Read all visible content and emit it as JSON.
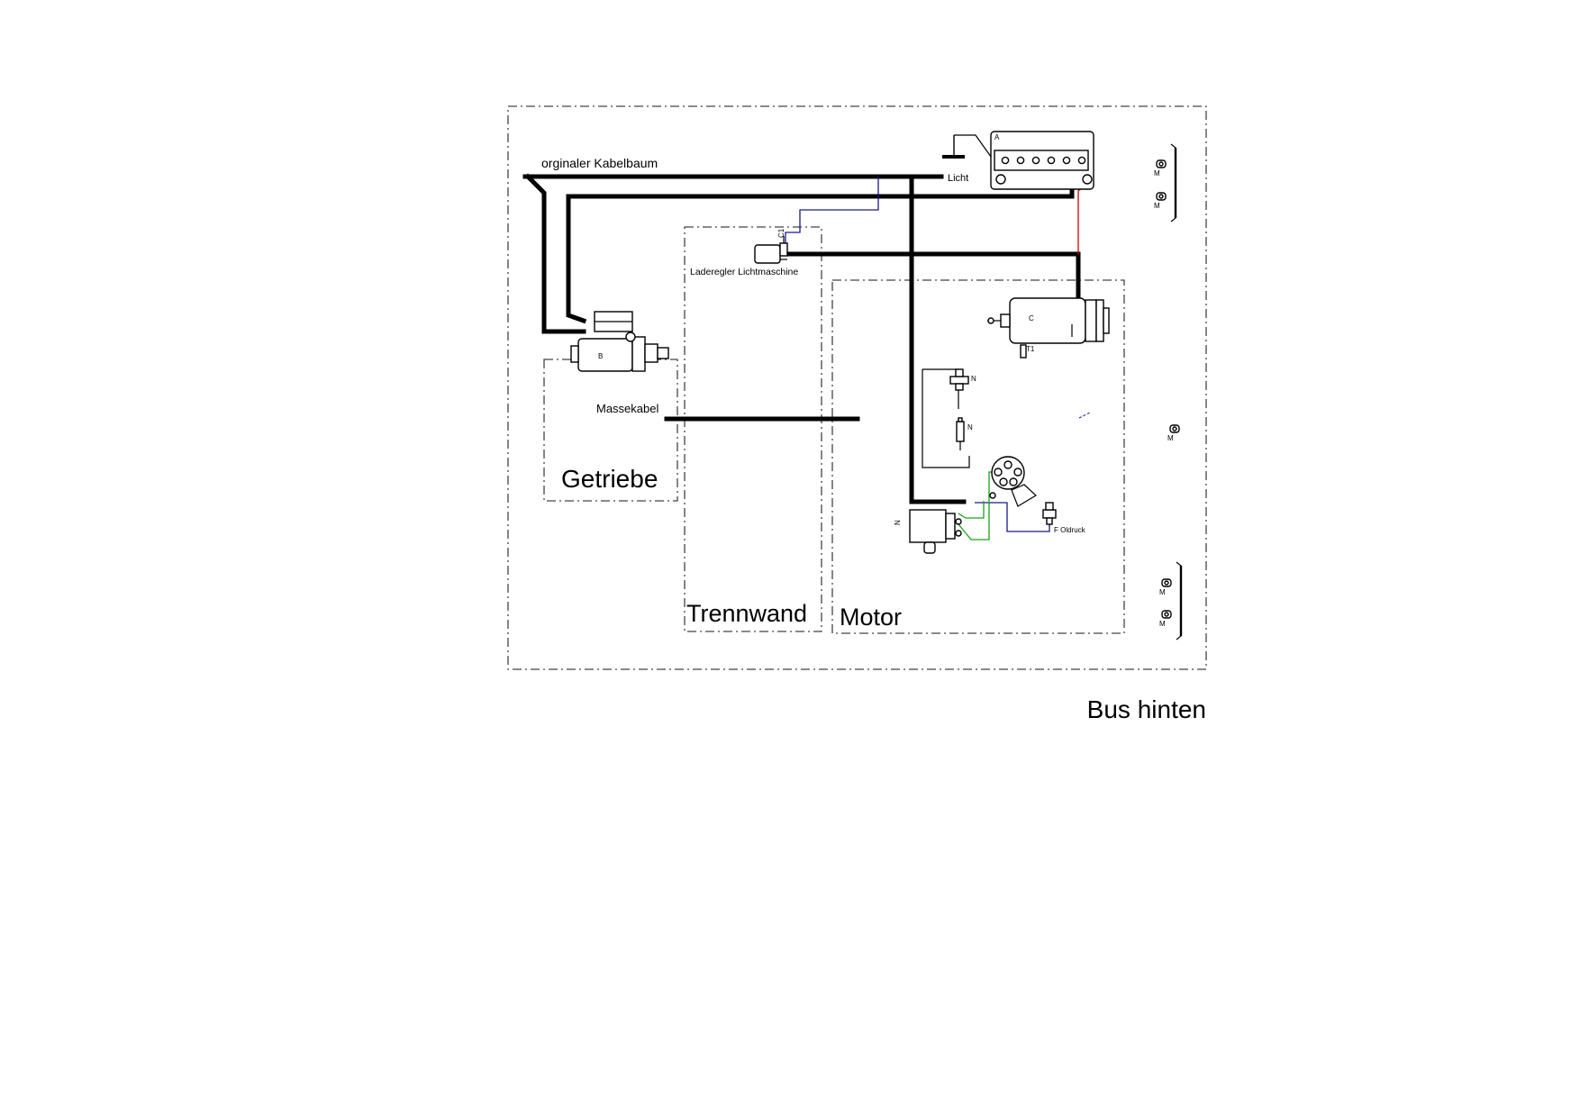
{
  "diagram": {
    "caption": "Bus hinten",
    "regions": {
      "getriebe": "Getriebe",
      "trennwand": "Trennwand",
      "motor": "Motor"
    },
    "labels": {
      "kabelbaum": "orginaler Kabelbaum",
      "licht": "Licht",
      "laderegler": "Laderegler Lichtmaschine",
      "massekabel": "Massekabel",
      "oldruck": "F Oldruck",
      "battery_letter": "A",
      "starter_letter": "B",
      "generator_letter": "C",
      "regulator_letter": "C1",
      "t1": "T1",
      "n_upper": "N",
      "n_middle": "N",
      "n_coil": "N",
      "m1": "M",
      "m2": "M",
      "m3": "M",
      "m4": "M",
      "m5": "M"
    },
    "wire_colors": {
      "main": "#000000",
      "battery_positive": "#d00000",
      "blue": "#1a1a8c",
      "green": "#1aa01a"
    }
  }
}
